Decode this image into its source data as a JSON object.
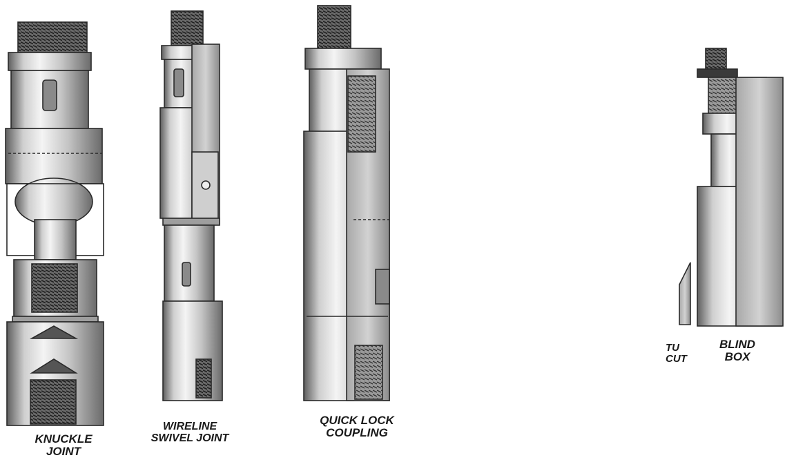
{
  "tools": [
    {
      "id": "knuckle-joint",
      "label_lines": [
        "KNUCKLE",
        "JOINT"
      ]
    },
    {
      "id": "wireline-swivel-joint",
      "label_lines": [
        "WIRELINE",
        "SWIVEL JOINT"
      ]
    },
    {
      "id": "quick-lock-coupling",
      "label_lines": [
        "QUICK LOCK",
        "COUPLING"
      ]
    },
    {
      "id": "tubing-cutter-partial",
      "label_lines": [
        "TU",
        "CUT"
      ]
    },
    {
      "id": "blind-box",
      "label_lines": [
        "BLIND",
        "BOX"
      ]
    }
  ],
  "colors": {
    "metal_light": "#e8e8e8",
    "metal_mid": "#bdbdbd",
    "metal_dark": "#6e6e6e",
    "outline": "#2a2a2a",
    "thread": "#3c3c3c"
  }
}
